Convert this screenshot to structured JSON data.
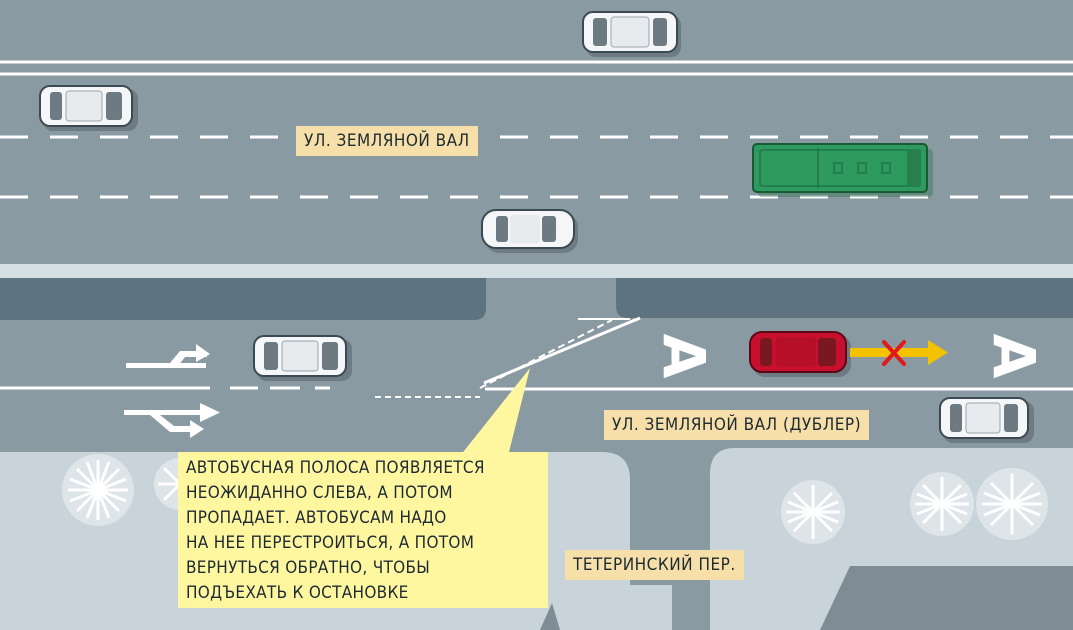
{
  "labels": {
    "main_street": "УЛ. ЗЕМЛЯНОЙ ВАЛ",
    "service_road": "УЛ. ЗЕМЛЯНОЙ ВАЛ (ДУБЛЕР)",
    "side_street": "ТЕТЕРИНСКИЙ ПЕР."
  },
  "note": {
    "lines": [
      "АВТОБУСНАЯ ПОЛОСА ПОЯВЛЯЕТСЯ",
      "НЕОЖИДАННО СЛЕВА, А ПОТОМ",
      "ПРОПАДАЕТ. АВТОБУСАМ НАДО",
      "НА НЕЕ ПЕРЕСТРОИТЬСЯ, А ПОТОМ",
      "ВЕРНУТЬСЯ ОБРАТНО, ЧТОБЫ",
      "ПОДЪЕХАТЬ К ОСТАНОВКЕ"
    ]
  },
  "bus_lane_letter": "А",
  "colors": {
    "road": "#8a9aa3",
    "median": "#5e7380",
    "median_edge": "#d4dfe4",
    "sidewalk": "#c8d4da",
    "building": "#7f8c95",
    "label_bg": "#f6dfa8",
    "note_bg": "#fff7a0",
    "bus": "#2f9a5e",
    "red_car": "#c8102e",
    "yellow_arrow": "#f5c200",
    "red_cross": "#e01919"
  }
}
